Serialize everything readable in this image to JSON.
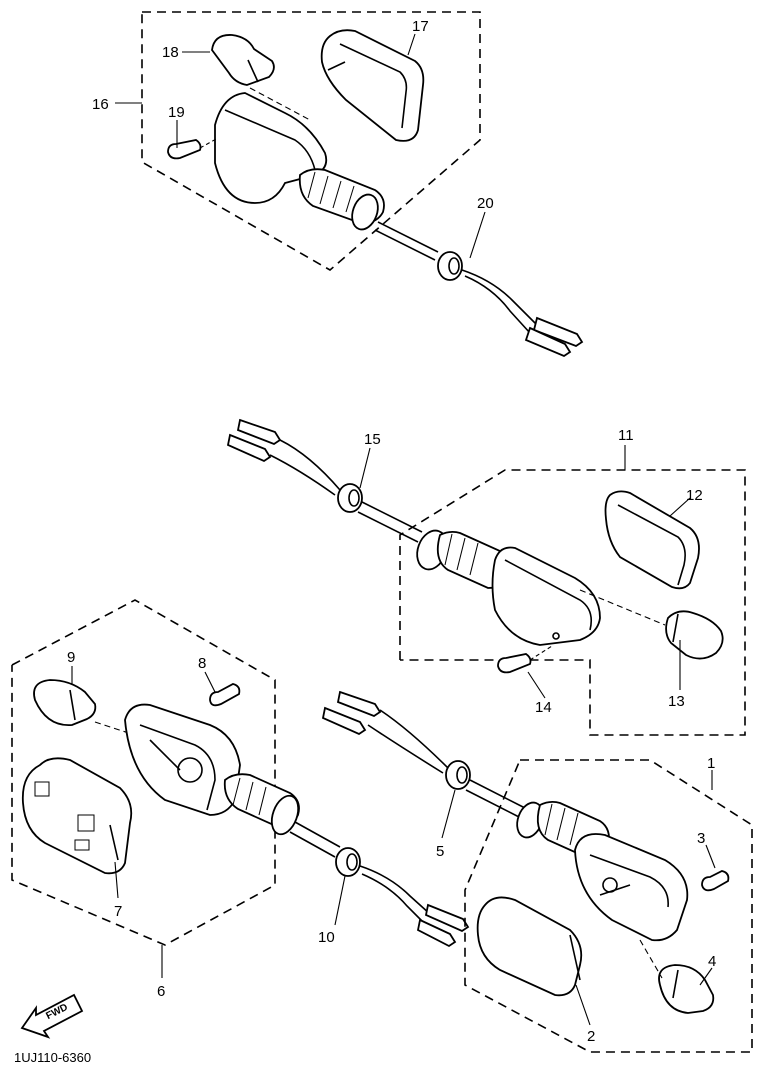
{
  "diagram": {
    "part_labels": [
      "1",
      "2",
      "3",
      "4",
      "5",
      "6",
      "7",
      "8",
      "9",
      "10",
      "11",
      "12",
      "13",
      "14",
      "15",
      "16",
      "17",
      "18",
      "19",
      "20"
    ],
    "fwd_label": "FWD",
    "catalog_code": "1UJ110-6360"
  }
}
